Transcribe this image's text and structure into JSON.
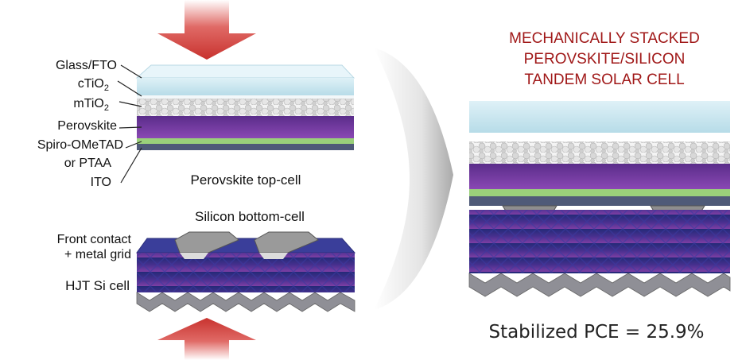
{
  "title": {
    "line1": "MECHANICALLY STACKED",
    "line2": "PEROVSKITE/SILICON",
    "line3": "TANDEM SOLAR CELL"
  },
  "top_cell": {
    "caption": "Perovskite top-cell",
    "layers": {
      "glass_fto": "Glass/FTO",
      "ctio2_base": "cTiO",
      "ctio2_sub": "2",
      "mtio2_base": "mTiO",
      "mtio2_sub": "2",
      "perovskite": "Perovskite",
      "spiro": "Spiro-OMeTAD",
      "ptaa": "or PTAA",
      "ito": "ITO"
    }
  },
  "bottom_cell": {
    "caption": "Silicon bottom-cell",
    "front_contact_line1": "Front contact",
    "front_contact_line2": "+ metal grid",
    "hjt": "HJT Si cell"
  },
  "result": {
    "pce": "Stabilized PCE = 25.9%"
  },
  "colors": {
    "arrow_red": "#c8322e",
    "title_red": "#a01818",
    "glass": "#c9e6ef",
    "perovskite": "#7a3fa6",
    "spiro_green": "#9ad07a",
    "ito": "#4f5a78",
    "silicon_blue": "#2a2f80",
    "silicon_purple": "#6a3a9a",
    "contact_grey": "#8a8a8a"
  }
}
